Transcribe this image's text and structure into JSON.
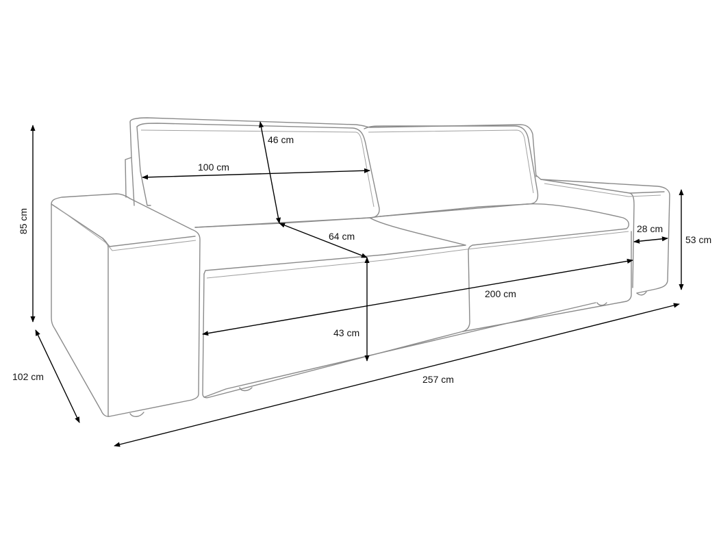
{
  "dimensions": {
    "total_height": "85 cm",
    "total_depth": "102 cm",
    "total_width": "257 cm",
    "backrest_height": "46 cm",
    "cushion_width": "100 cm",
    "seat_depth": "64 cm",
    "seat_height": "43 cm",
    "seat_width": "200 cm",
    "armrest_width": "28 cm",
    "armrest_height": "53 cm"
  },
  "colors": {
    "outline": "#8a8a8a",
    "dimension_line": "#000000"
  }
}
